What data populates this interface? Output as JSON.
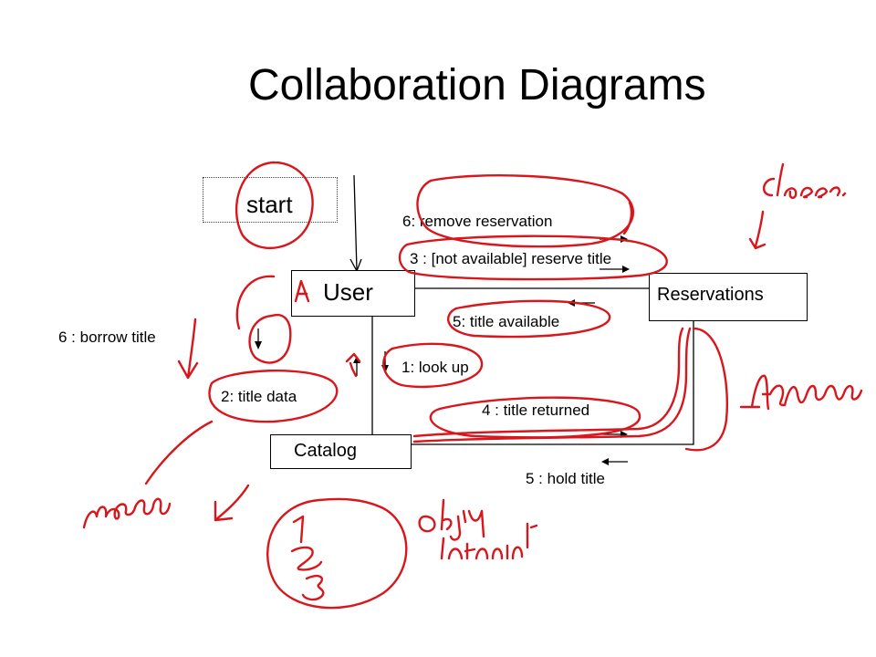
{
  "slide": {
    "title": "Collaboration Diagrams"
  },
  "objects": {
    "start": "start",
    "user": "User",
    "reservations": "Reservations",
    "catalog": "Catalog"
  },
  "messages": {
    "remove_reservation": "6: remove reservation",
    "reserve_title": "3 : [not available] reserve title",
    "title_available": "5: title available",
    "borrow_title": "6 : borrow title",
    "look_up": "1: look up",
    "title_data": "2: title data",
    "title_returned": "4 : title returned",
    "hold_title": "5 : hold title"
  },
  "annotations": {
    "classes": "classes",
    "associations": "Associations",
    "message": "message",
    "object_internal": "Object internal",
    "sequence": [
      "1",
      "2",
      "3"
    ]
  },
  "colors": {
    "ink": "#000000",
    "pen": "#d9161c"
  }
}
